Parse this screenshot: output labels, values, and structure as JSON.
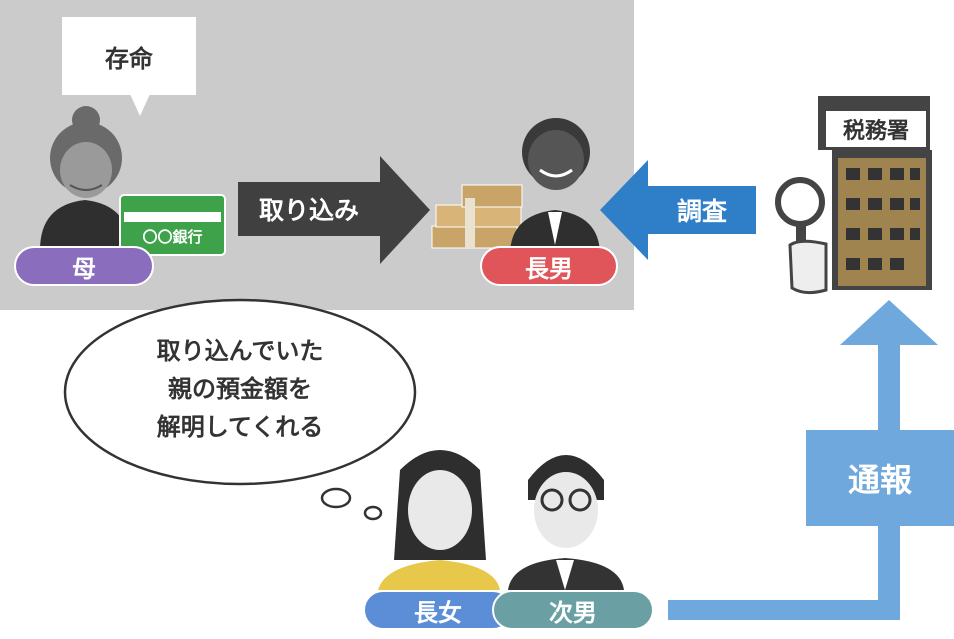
{
  "mother": {
    "speech": "存命",
    "label": "母",
    "card_text": "〇〇銀行"
  },
  "transfer_arrow": {
    "label": "取り込み"
  },
  "eldest_son": {
    "label": "長男"
  },
  "investigation_arrow": {
    "label": "調査"
  },
  "tax_office": {
    "sign": "税務署"
  },
  "report_arrow": {
    "label": "通報"
  },
  "thought_bubble": {
    "lines": [
      "取り込んでいた",
      "親の預金額を",
      "解明してくれる"
    ]
  },
  "eldest_daughter": {
    "label": "長女"
  },
  "second_son": {
    "label": "次男"
  },
  "colors": {
    "panel": "#cbcbcb",
    "mother": "#8a6dbd",
    "eldest_son": "#e0555a",
    "daughter": "#5b8ed6",
    "second_son": "#6aa0a3",
    "dark_arrow": "#404040",
    "blue_arrow": "#2f7fc8",
    "report_arrow": "#6fa8dc",
    "building": "#a08450"
  }
}
